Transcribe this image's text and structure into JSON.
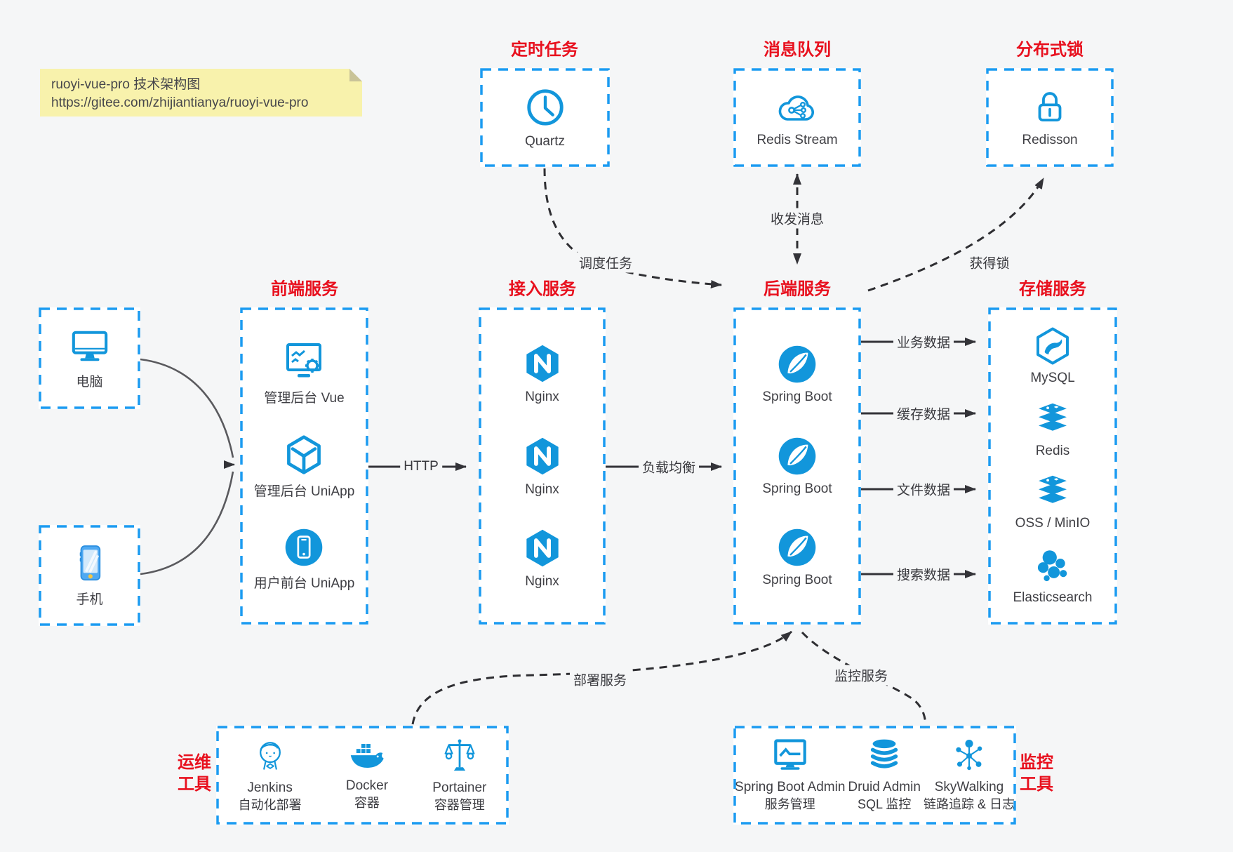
{
  "note": {
    "line1": "ruoyi-vue-pro 技术架构图",
    "line2": "https://gitee.com/zhijiantianya/ruoyi-vue-pro"
  },
  "colors": {
    "icon_blue": "#1296db",
    "border_blue": "#1b9bf1",
    "title_red": "#e8101e",
    "arrow_dark": "#333338",
    "note_yellow": "#f8f2ac"
  },
  "sections": {
    "scheduled": {
      "title": "定时任务",
      "item": "Quartz"
    },
    "queue": {
      "title": "消息队列",
      "item": "Redis Stream"
    },
    "lock": {
      "title": "分布式锁",
      "item": "Redisson"
    },
    "clients": {
      "computer": "电脑",
      "phone": "手机"
    },
    "frontend": {
      "title": "前端服务",
      "items": [
        "管理后台 Vue",
        "管理后台 UniApp",
        "用户前台 UniApp"
      ]
    },
    "gateway": {
      "title": "接入服务",
      "items": [
        "Nginx",
        "Nginx",
        "Nginx"
      ]
    },
    "backend": {
      "title": "后端服务",
      "items": [
        "Spring Boot",
        "Spring Boot",
        "Spring Boot"
      ]
    },
    "storage": {
      "title": "存储服务",
      "items": [
        "MySQL",
        "Redis",
        "OSS / MinIO",
        "Elasticsearch"
      ]
    },
    "devops": {
      "side_line1": "运维",
      "side_line2": "工具",
      "items": [
        {
          "en": "Jenkins",
          "zh": "自动化部署"
        },
        {
          "en": "Docker",
          "zh": "容器"
        },
        {
          "en": "Portainer",
          "zh": "容器管理"
        }
      ]
    },
    "monitoring": {
      "side_line1": "监控",
      "side_line2": "工具",
      "items": [
        {
          "en": "Spring Boot Admin",
          "zh": "服务管理"
        },
        {
          "en": "Druid Admin",
          "zh": "SQL 监控"
        },
        {
          "en": "SkyWalking",
          "zh": "链路追踪 & 日志"
        }
      ]
    }
  },
  "edges": {
    "http": "HTTP",
    "load_balance": "负载均衡",
    "schedule": "调度任务",
    "messages": "收发消息",
    "acquire_lock": "获得锁",
    "business_data": "业务数据",
    "cache_data": "缓存数据",
    "file_data": "文件数据",
    "search_data": "搜索数据",
    "deploy": "部署服务",
    "monitor": "监控服务"
  }
}
